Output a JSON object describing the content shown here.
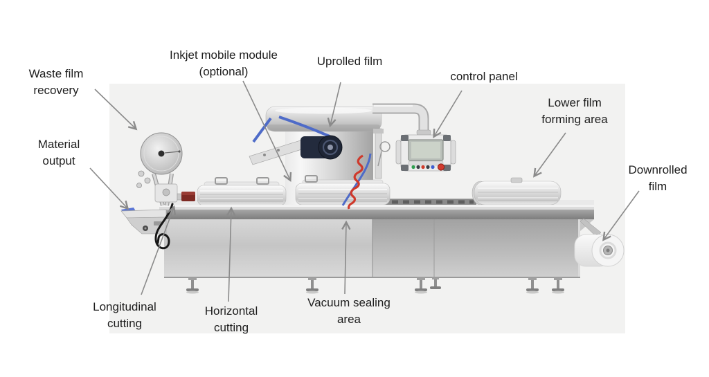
{
  "figure": {
    "type": "labeled-machine-diagram",
    "subject": "thermoforming vacuum packaging machine side view on light gray photo background"
  },
  "labels": [
    {
      "id": "waste-film-recovery",
      "text": "Waste film\nrecovery"
    },
    {
      "id": "material-output",
      "text": "Material\noutput"
    },
    {
      "id": "inkjet-mobile-module",
      "text": "Inkjet mobile module\n(optional)"
    },
    {
      "id": "uprolled-film",
      "text": "Uprolled film"
    },
    {
      "id": "control-panel",
      "text": "control panel"
    },
    {
      "id": "lower-film-forming-area",
      "text": "Lower film\nforming area"
    },
    {
      "id": "downrolled-film",
      "text": "Downrolled\nfilm"
    },
    {
      "id": "longitudinal-cutting",
      "text": "Longitudinal\ncutting"
    },
    {
      "id": "horizontal-cutting",
      "text": "Horizontal\ncutting"
    },
    {
      "id": "vacuum-sealing-area",
      "text": "Vacuum sealing\narea"
    }
  ],
  "colors": {
    "page_bg": "#ffffff",
    "photo_bg": "#f2f2f1",
    "text": "#1d1d1d",
    "arrow": "#8a8a8a",
    "machine_silver": "#c9c9c9",
    "band_dark": "#8c8c8c",
    "roller_navy": "#232b3d",
    "strap_blue": "#4e6bc8",
    "coil_red": "#cf392b",
    "button_green": "#2e9e4f",
    "button_red": "#cf3a2a",
    "button_blue": "#3f5fd0",
    "estop_red": "#d23b2f"
  }
}
